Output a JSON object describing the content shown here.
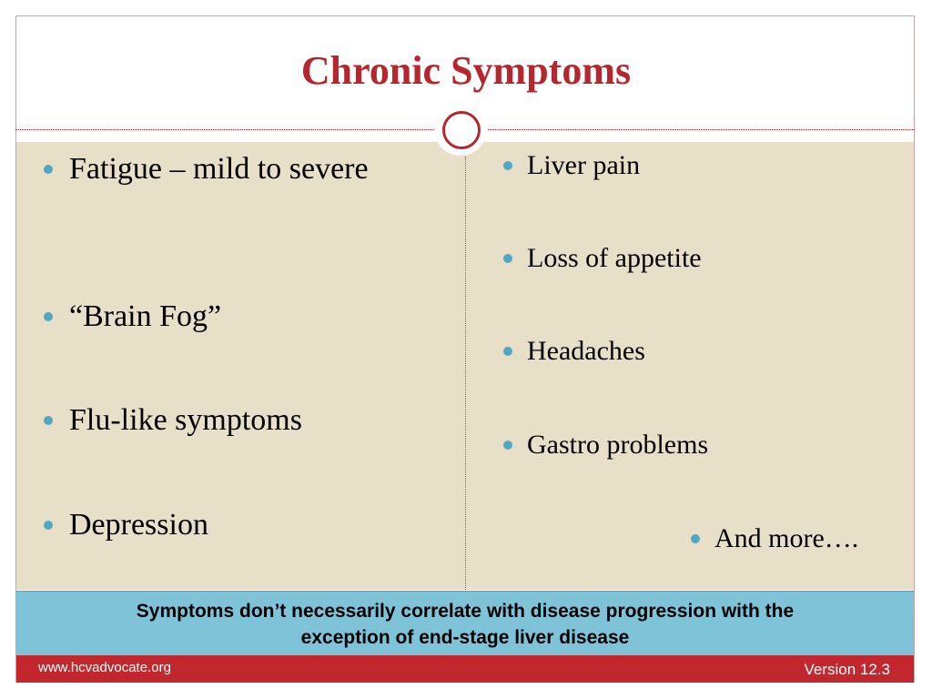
{
  "slide": {
    "title": "Chronic Symptoms"
  },
  "left_bullets": [
    "Fatigue – mild to severe",
    "“Brain Fog”",
    "Flu-like symptoms",
    "Depression"
  ],
  "right_bullets": [
    "Liver pain",
    "Loss of appetite",
    "Headaches",
    "Gastro problems",
    "And more…."
  ],
  "callout": {
    "line1": "Symptoms don’t necessarily correlate with disease progression with the",
    "line2": "exception of end-stage liver disease"
  },
  "footer": {
    "url": "www.hcvadvocate.org",
    "version": "Version 12.3"
  },
  "colors": {
    "title": "#b5272d",
    "content_background": "#e8dfc9",
    "bullet": "#4fa7c2",
    "callout_background": "#7fc3d9",
    "footer_background": "#c1272d"
  },
  "icons": {
    "bullet": "bullet-dot-icon",
    "divider_ornament": "ring-icon"
  }
}
